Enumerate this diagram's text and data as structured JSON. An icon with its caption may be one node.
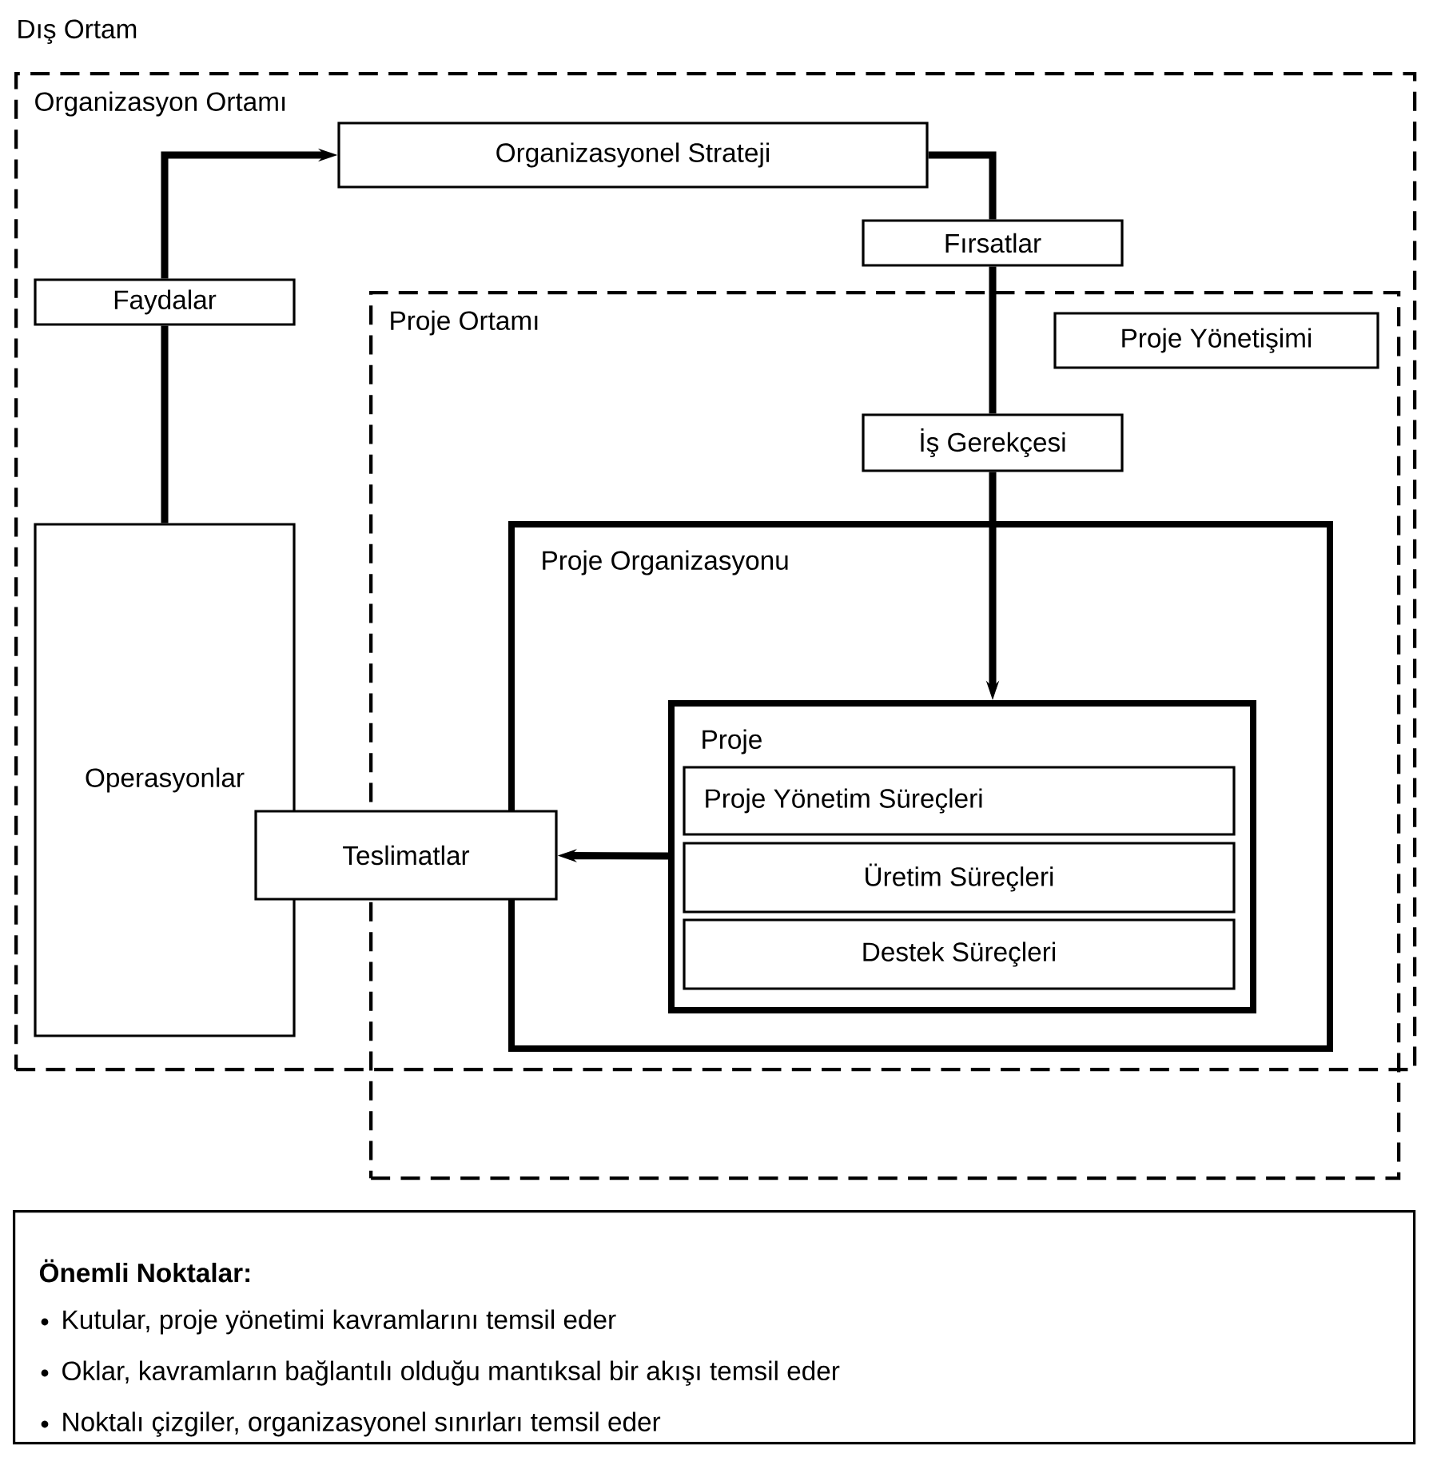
{
  "diagram": {
    "nodes": [
      {
        "text": [
          "Organizasyon Ortamı"
        ]
      },
      {
        "text": [
          "Organizasyonel Strateji"
        ],
        "in": 0
      },
      {
        "text": [
          "Fırsatlar"
        ],
        "in": 0
      },
      {
        "text": [
          "Faydalar"
        ],
        "in": 0
      },
      {
        "text": [
          "Proje Ortamı"
        ]
      },
      {
        "text": [
          "Proje Yönetişimi"
        ],
        "in": 4
      },
      {
        "text": [
          "İş Gerekçesi"
        ],
        "in": 4
      },
      {
        "text": [
          "Operasyonlar"
        ],
        "in": 0
      },
      {
        "text": [
          "Proje Organizasyonu"
        ],
        "in": 4
      },
      {
        "text": [
          "Teslimatlar"
        ],
        "in": 0
      },
      {
        "text": [
          "Proje"
        ],
        "in": 8
      },
      {
        "text": [
          "Proje Yönetim Süreçleri"
        ],
        "in": 10
      },
      {
        "text": [
          "Üretim Süreçleri"
        ],
        "in": 10
      },
      {
        "text": [
          "Destek Süreçleri"
        ],
        "in": 10
      },
      {
        "text": [
          "Önemli Noktalar:",
          "Kutular, proje yönetimi kavramlarını temsil eder",
          "Oklar, kavramların bağlantılı olduğu mantıksal bir akışı temsil eder",
          "Noktalı çizgiler, organizasyonel sınırları temsil eder"
        ]
      }
    ],
    "edges": [
      {
        "from": 7,
        "to": 3,
        "arrow": "none"
      },
      {
        "from": 3,
        "to": 1,
        "arrow": "to"
      },
      {
        "from": 1,
        "to": 2,
        "arrow": "none"
      },
      {
        "from": 2,
        "to": 6,
        "arrow": "none"
      },
      {
        "from": 6,
        "to": 10,
        "arrow": "to"
      },
      {
        "from": 10,
        "to": 9,
        "arrow": "to"
      }
    ],
    "labels": [
      "Dış Ortam"
    ]
  }
}
